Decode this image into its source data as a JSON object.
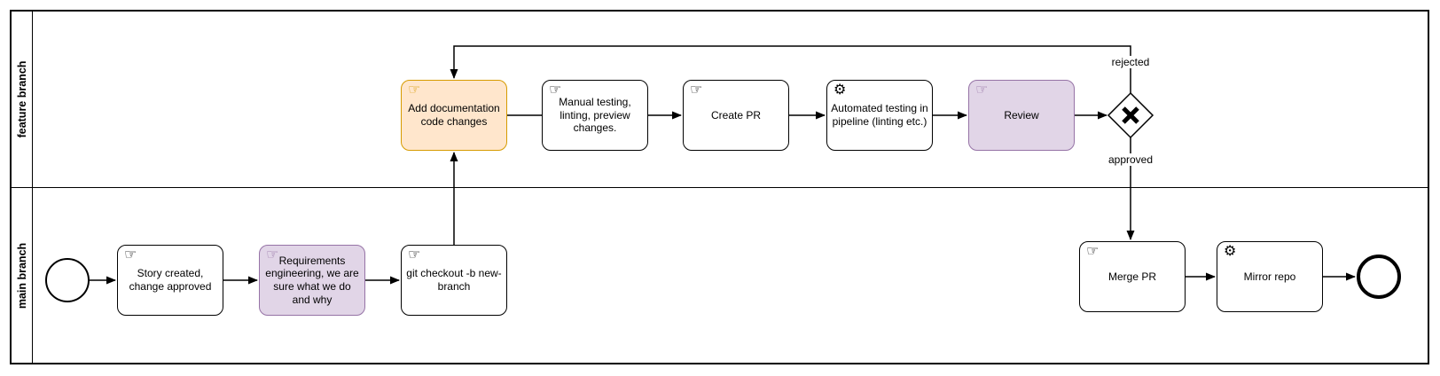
{
  "diagram": {
    "type": "bpmn-flowchart",
    "lanes": [
      {
        "label": "feature branch"
      },
      {
        "label": "main branch"
      }
    ],
    "nodes": {
      "start_event": {
        "type": "start-event"
      },
      "story": {
        "label": "Story created, change approved",
        "icon": "manual-task-hand"
      },
      "requirements": {
        "label": "Requirements engineering, we are sure what we do and why",
        "icon": "manual-task-hand"
      },
      "git_checkout": {
        "label": "git checkout -b new-branch",
        "icon": "manual-task-hand"
      },
      "add_documentation": {
        "label": "Add documentation code changes",
        "icon": "manual-task-hand"
      },
      "manual_testing": {
        "label": "Manual testing, linting, preview changes.",
        "icon": "manual-task-hand"
      },
      "create_pr": {
        "label": "Create PR",
        "icon": "manual-task-hand"
      },
      "automated_testing": {
        "label": "Automated testing in pipeline (linting etc.)",
        "icon": "service-task-gear"
      },
      "review": {
        "label": "Review",
        "icon": "manual-task-hand"
      },
      "review_gateway": {
        "type": "exclusive-gateway"
      },
      "merge_pr": {
        "label": "Merge PR",
        "icon": "manual-task-hand"
      },
      "mirror_repo": {
        "label": "Mirror repo",
        "icon": "service-task-gear"
      },
      "end_event": {
        "type": "end-event"
      }
    },
    "edge_labels": {
      "rejected": "rejected",
      "approved": "approved"
    },
    "icons": {
      "manual_glyph": "☞",
      "service_glyph": "⚙"
    },
    "colors": {
      "highlight_orange_fill": "#FFE6CC",
      "highlight_orange_stroke": "#D79B00",
      "highlight_purple_fill": "#E1D5E7",
      "highlight_purple_stroke": "#9673A6",
      "line": "#000000",
      "background": "#FFFFFF"
    }
  }
}
